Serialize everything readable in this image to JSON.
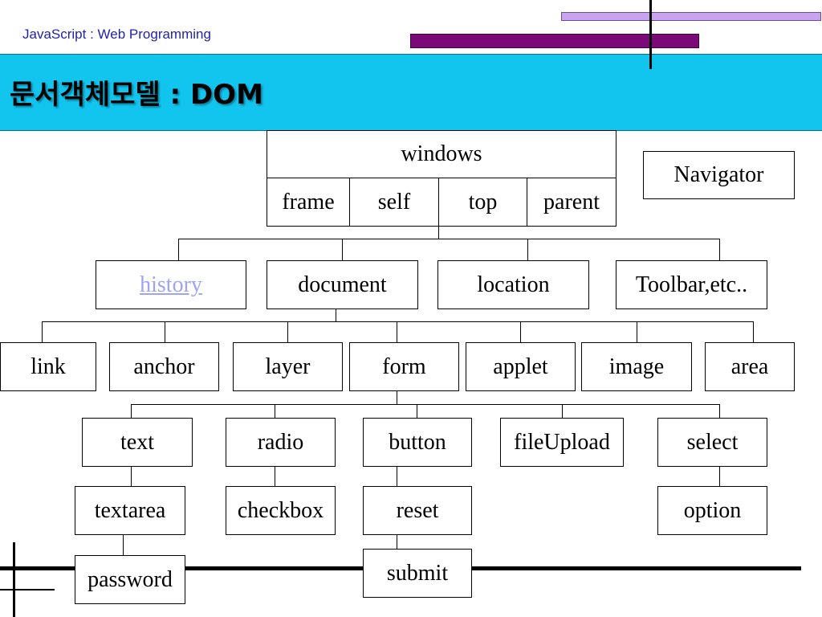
{
  "header": {
    "subtitle": "JavaScript : Web Programming",
    "title": "문서객체모델 : DOM"
  },
  "diagram": {
    "windows": "windows",
    "window_props": [
      "frame",
      "self",
      "top",
      "parent"
    ],
    "navigator": "Navigator",
    "level1": [
      "history",
      "document",
      "location",
      "Toolbar,etc.."
    ],
    "level2": [
      "link",
      "anchor",
      "layer",
      "form",
      "applet",
      "image",
      "area"
    ],
    "form_children": [
      "text",
      "radio",
      "button",
      "fileUpload",
      "select"
    ],
    "level4": [
      "textarea",
      "checkbox",
      "reset",
      "option"
    ],
    "password": "password",
    "submit": "submit"
  },
  "colors": {
    "banner": "#11c5ef",
    "accent_dark": "#7a0a78",
    "accent_light": "#c8a3f0",
    "subtitle": "#2323a8",
    "history_link": "#9ea3f2"
  }
}
